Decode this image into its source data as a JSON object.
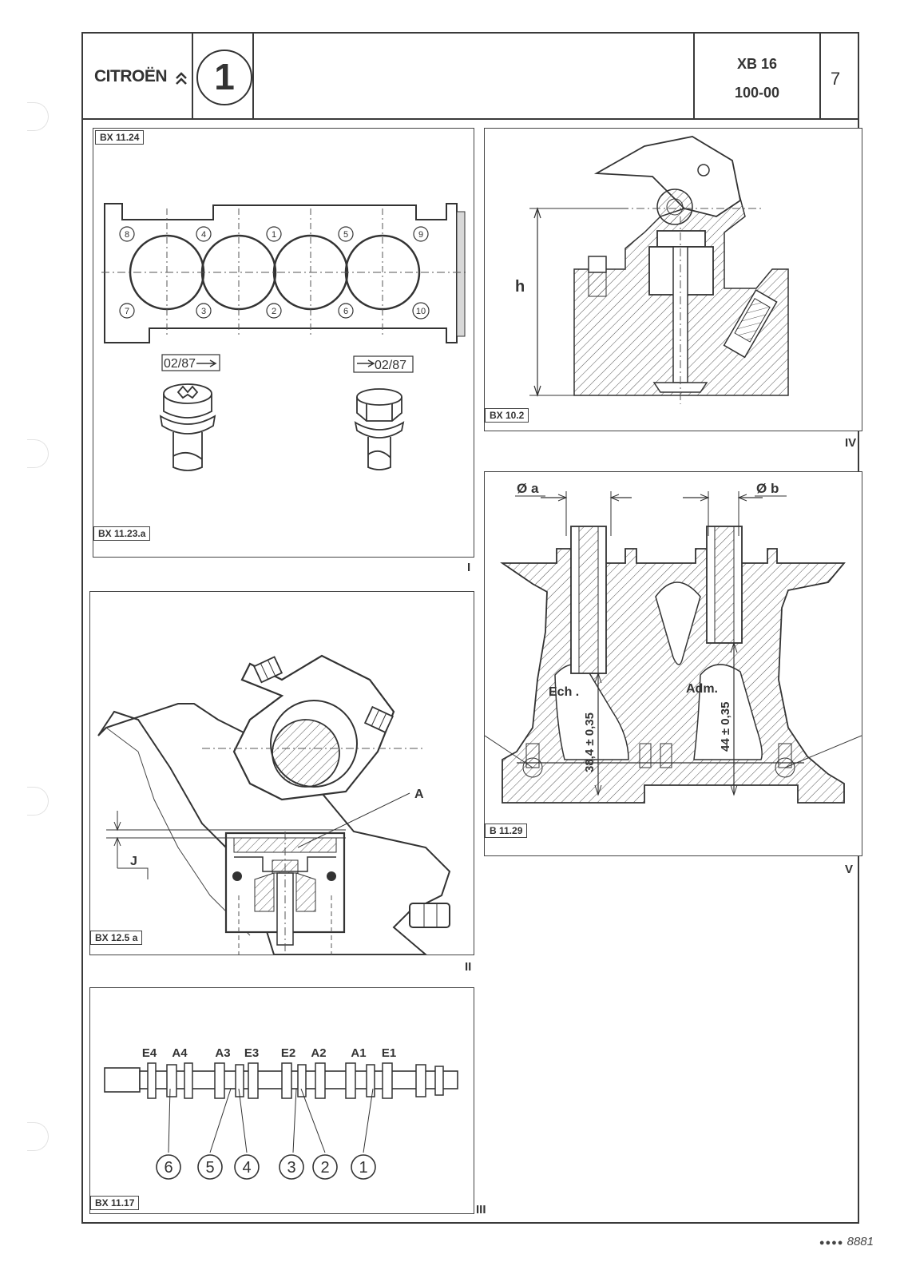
{
  "header": {
    "brand": "CITROËN",
    "brand_mark": "chevron-logo",
    "chapter": "1",
    "engine_code": "XB 16",
    "operation_code": "100-00",
    "page_number": "7"
  },
  "figures": [
    {
      "roman": "I",
      "ref_top": "BX 11.24",
      "ref_bottom": "BX 11.23.a",
      "bolt_labels": [
        "02/87",
        "02/87"
      ],
      "tightening_order": [
        "8",
        "4",
        "1",
        "5",
        "9",
        "7",
        "3",
        "2",
        "6",
        "10"
      ]
    },
    {
      "roman": "II",
      "ref": "BX 12.5 a",
      "labels": [
        "A",
        "J"
      ]
    },
    {
      "roman": "III",
      "ref": "BX 11.17",
      "cam_labels": [
        "E4",
        "A4",
        "A3",
        "E3",
        "E2",
        "A2",
        "A1",
        "E1"
      ],
      "bearing_numbers": [
        "6",
        "5",
        "4",
        "3",
        "2",
        "1"
      ]
    },
    {
      "roman": "IV",
      "ref": "BX 10.2",
      "labels": [
        "h"
      ]
    },
    {
      "roman": "V",
      "ref": "B 11.29",
      "labels": [
        "Ø a",
        "Ø b",
        "Ech .",
        "Adm.",
        "38,4 ± 0,35",
        "44 ± 0,35"
      ]
    }
  ],
  "footer": {
    "dots": "●●●●",
    "code": "8881"
  }
}
